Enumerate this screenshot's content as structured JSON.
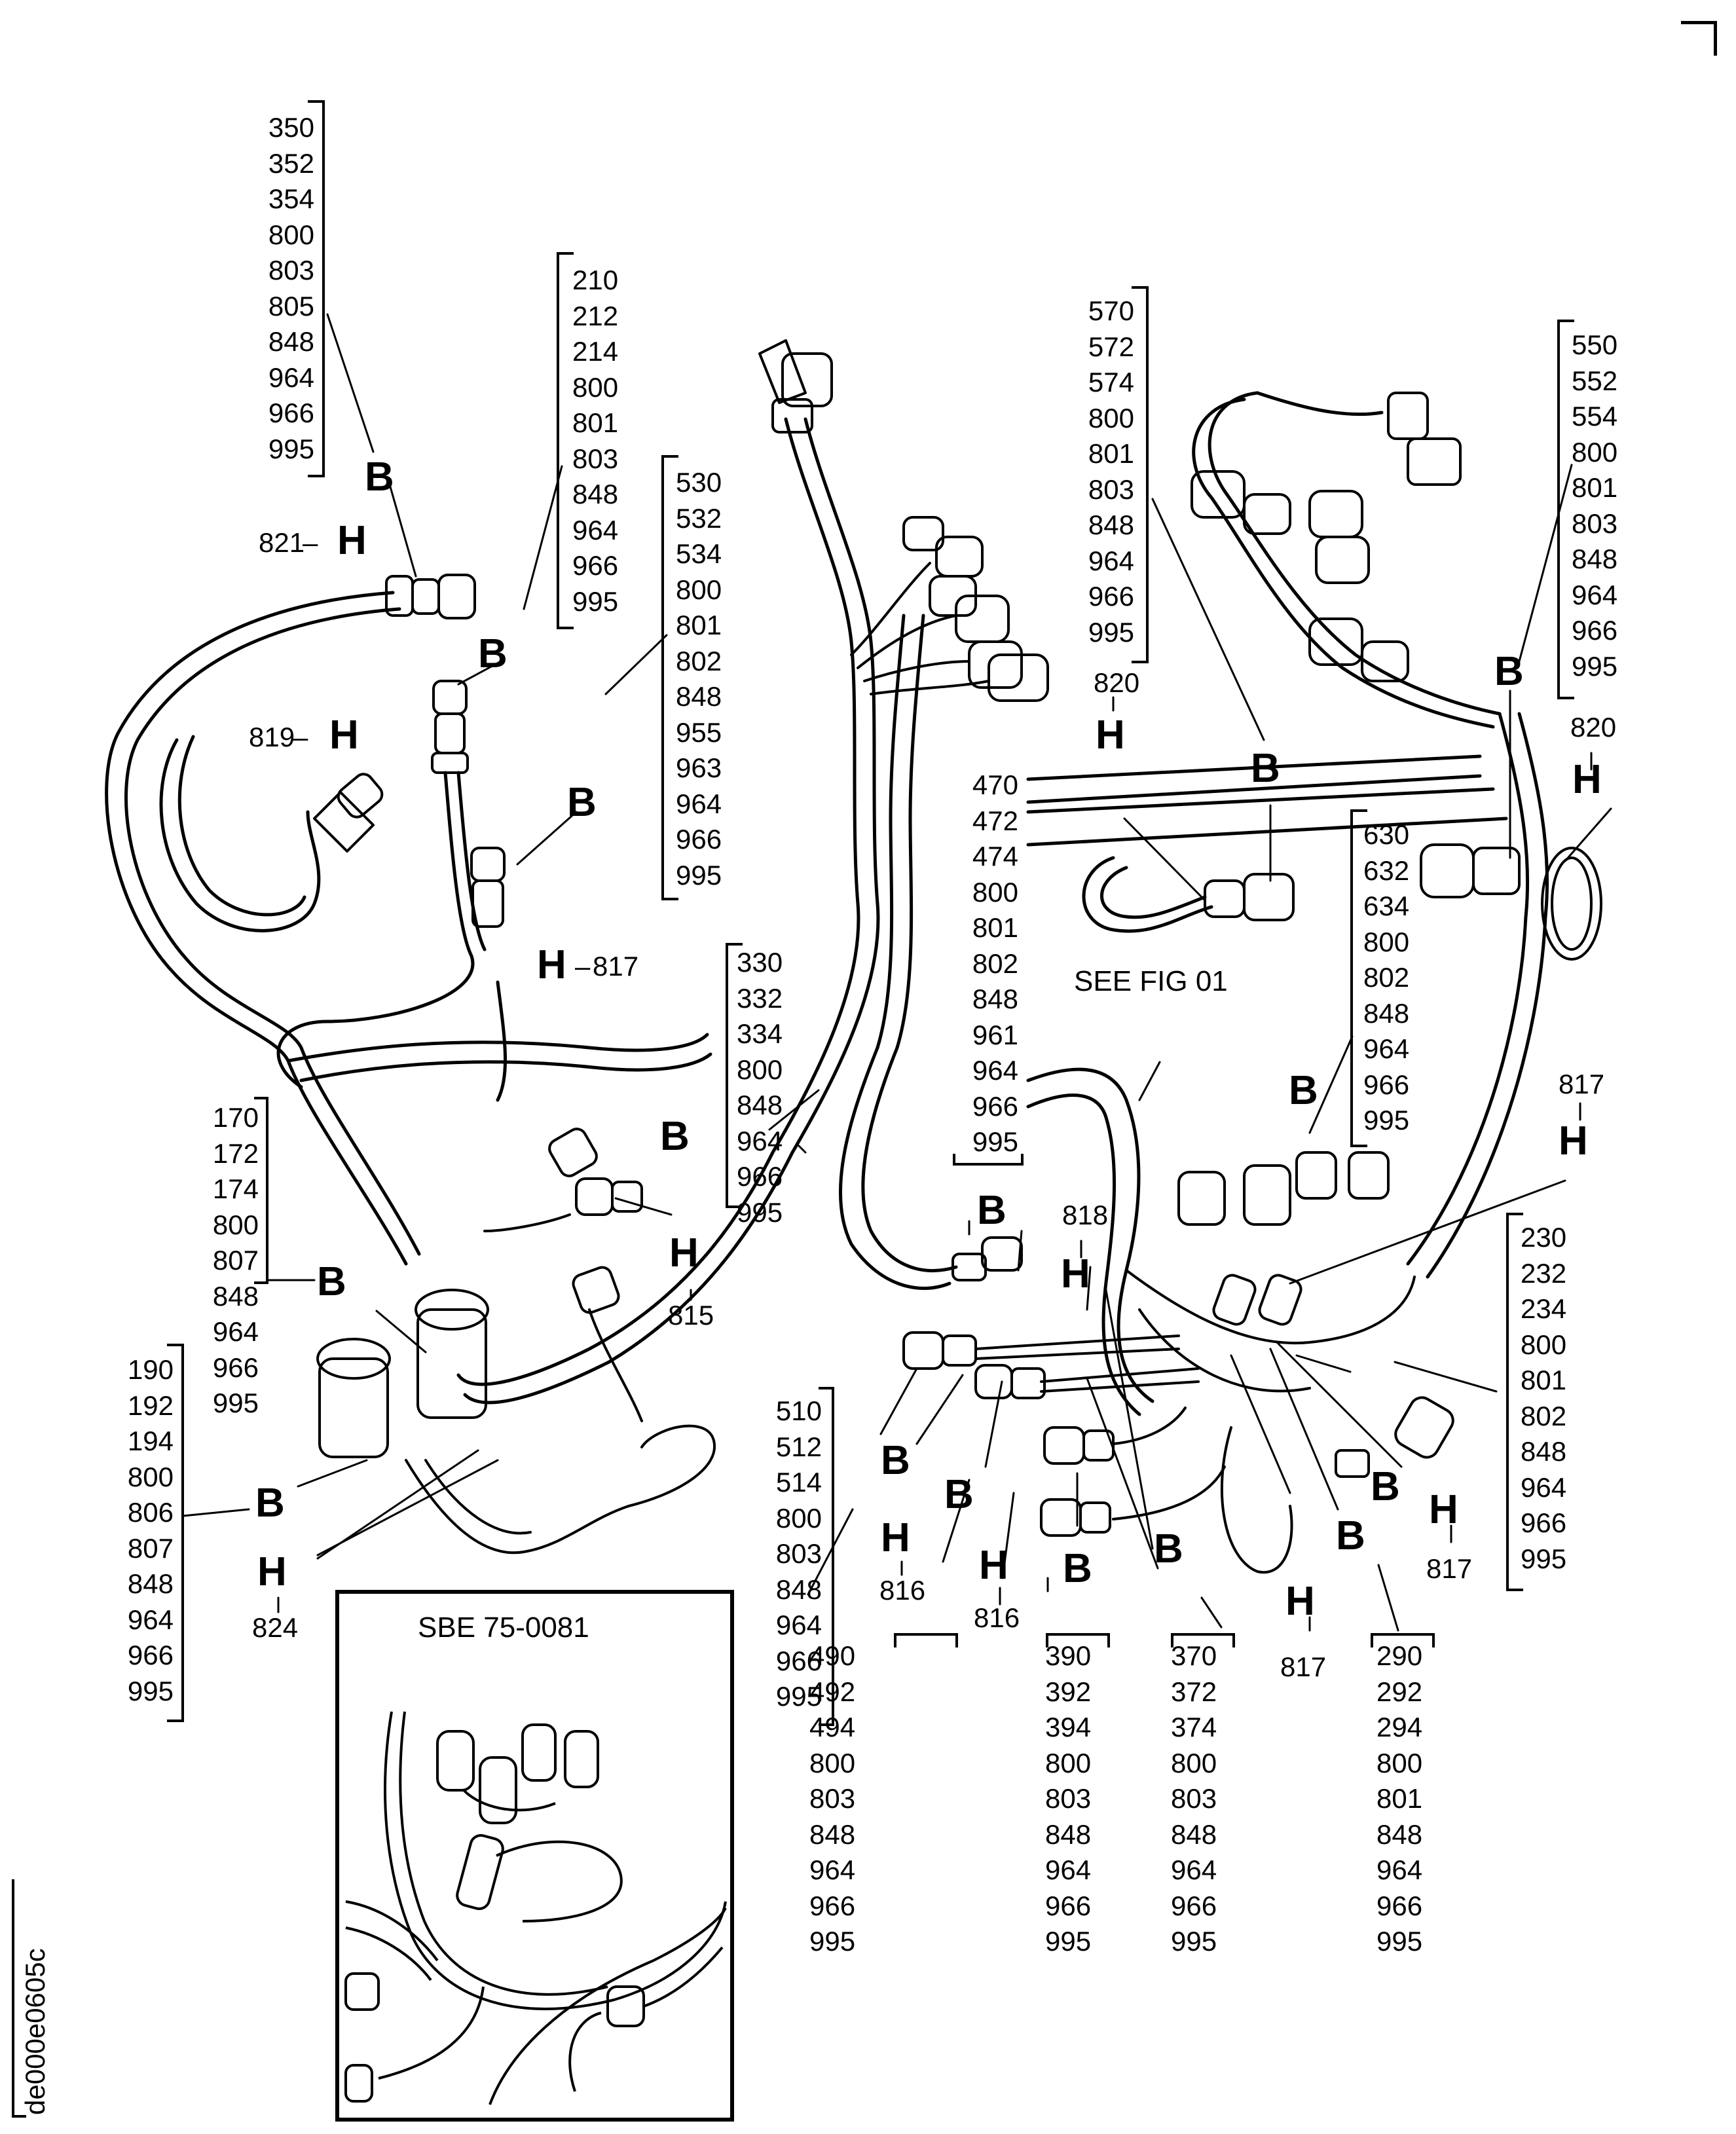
{
  "figure": {
    "doc_id": "de000e0605c",
    "see_ref": "SEE FIG 01",
    "inset_title": "SBE 75-0081"
  },
  "callout_letters": {
    "bracket": "B",
    "harness": "H"
  },
  "groups": {
    "g350": [
      "350",
      "352",
      "354",
      "800",
      "803",
      "805",
      "848",
      "964",
      "966",
      "995"
    ],
    "g210": [
      "210",
      "212",
      "214",
      "800",
      "801",
      "803",
      "848",
      "964",
      "966",
      "995"
    ],
    "g530": [
      "530",
      "532",
      "534",
      "800",
      "801",
      "802",
      "848",
      "955",
      "963",
      "964",
      "966",
      "995"
    ],
    "g570": [
      "570",
      "572",
      "574",
      "800",
      "801",
      "803",
      "848",
      "964",
      "966",
      "995"
    ],
    "g550": [
      "550",
      "552",
      "554",
      "800",
      "801",
      "803",
      "848",
      "964",
      "966",
      "995"
    ],
    "g470": [
      "470",
      "472",
      "474",
      "800",
      "801",
      "802",
      "848",
      "961",
      "964",
      "966",
      "995"
    ],
    "g630": [
      "630",
      "632",
      "634",
      "800",
      "802",
      "848",
      "964",
      "966",
      "995"
    ],
    "g330": [
      "330",
      "332",
      "334",
      "800",
      "848",
      "964",
      "966",
      "995"
    ],
    "g170": [
      "170",
      "172",
      "174",
      "800",
      "807",
      "848",
      "964",
      "966",
      "995"
    ],
    "g190": [
      "190",
      "192",
      "194",
      "800",
      "806",
      "807",
      "848",
      "964",
      "966",
      "995"
    ],
    "g510": [
      "510",
      "512",
      "514",
      "800",
      "803",
      "848",
      "964",
      "966",
      "995"
    ],
    "g230": [
      "230",
      "232",
      "234",
      "800",
      "801",
      "802",
      "848",
      "964",
      "966",
      "995"
    ],
    "g490": [
      "490",
      "492",
      "494",
      "800",
      "803",
      "848",
      "964",
      "966",
      "995"
    ],
    "g390": [
      "390",
      "392",
      "394",
      "800",
      "803",
      "848",
      "964",
      "966",
      "995"
    ],
    "g370": [
      "370",
      "372",
      "374",
      "800",
      "803",
      "848",
      "964",
      "966",
      "995"
    ],
    "g290": [
      "290",
      "292",
      "294",
      "800",
      "801",
      "848",
      "964",
      "966",
      "995"
    ]
  },
  "harness_numbers": {
    "h821": "821",
    "h819": "819",
    "h817a": "817",
    "h820a": "820",
    "h820b": "820",
    "h817b": "817",
    "h815": "815",
    "h818": "818",
    "h824": "824",
    "h816a": "816",
    "h816b": "816",
    "h817c": "817",
    "h817d": "817"
  }
}
